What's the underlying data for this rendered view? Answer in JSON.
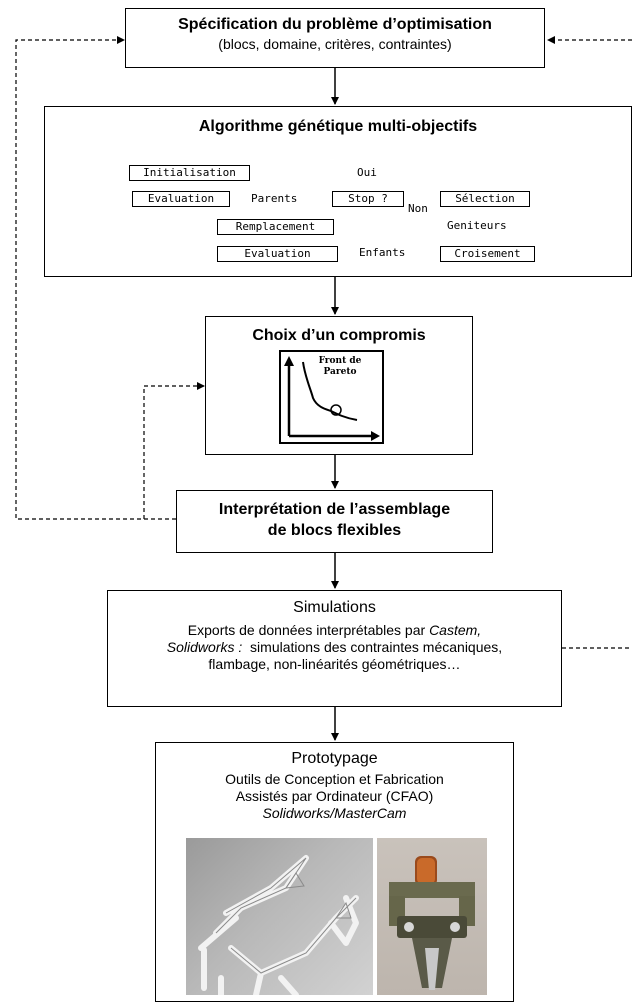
{
  "spec": {
    "title": "Spécification du problème d’optimisation",
    "subtitle": "(blocs, domaine, critères, contraintes)"
  },
  "algo": {
    "title": "Algorithme génétique multi-objectifs",
    "boxes": {
      "initialisation": "Initialisation",
      "evaluation_top": "Evaluation",
      "stop": "Stop ?",
      "selection": "Sélection",
      "remplacement": "Remplacement",
      "evaluation_bottom": "Evaluation",
      "croisement": "Croisement"
    },
    "labels": {
      "parents": "Parents",
      "oui": "Oui",
      "non": "Non",
      "geniteurs": "Geniteurs",
      "enfants": "Enfants"
    }
  },
  "choix": {
    "title": "Choix d’un compromis",
    "pareto_label": "Front de Pareto"
  },
  "interp": {
    "line1": "Interprétation de l’assemblage",
    "line2": "de blocs flexibles"
  },
  "simulations": {
    "title": "Simulations",
    "line1_pre": "Exports de données interprétables par ",
    "line1_it": "Castem,",
    "line2_it": "Solidworks :",
    "line2_post": "  simulations des contraintes mécaniques,",
    "line3": "flambage, non-linéarités géométriques…"
  },
  "prototypage": {
    "title": "Prototypage",
    "line1": "Outils de Conception et Fabrication",
    "line2": "Assistés par Ordinateur (CFAO)",
    "line3": "Solidworks/MasterCam"
  }
}
